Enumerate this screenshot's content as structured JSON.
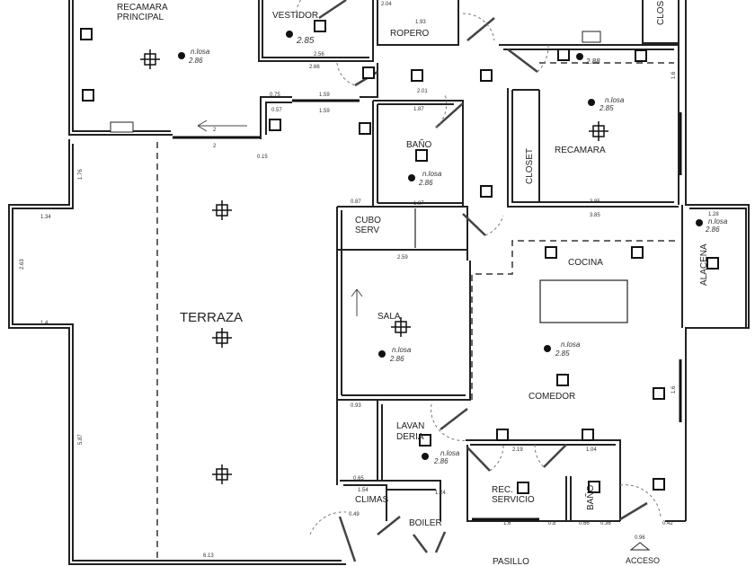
{
  "rooms": {
    "recamara_principal_1": "RECAMARA",
    "recamara_principal_2": "PRINCIPAL",
    "vestidor": "VESTIDOR",
    "ropero": "ROPERO",
    "bano": "BAÑO",
    "recamara": "RECAMARA",
    "closet": "CLOSET",
    "closet_top": "CLOSET",
    "cubo_serv_1": "CUBO",
    "cubo_serv_2": "SERV",
    "terraza": "TERRAZA",
    "sala": "SALA",
    "cocina": "COCINA",
    "alacena": "ALACENA",
    "comedor": "COMEDOR",
    "lavanderia_1": "LAVAN",
    "lavanderia_2": "DERIA",
    "climas": "CLIMAS",
    "boiler": "BOILER",
    "rec_servicio_1": "REC.",
    "rec_servicio_2": "SERVICIO",
    "bano_servicio": "BAÑO",
    "pasillo": "PASILLO",
    "acceso": "ACCESO"
  },
  "levels": {
    "label": "n.losa",
    "recamara_principal": "2.86",
    "vestidor": "2.85",
    "bano": "2.86",
    "recamara": "2.85",
    "sala": "2.86",
    "comedor": "2.85",
    "alacena": "2.86",
    "lavanderia": "2.86",
    "recamara_closet": "2.88"
  },
  "dimensions": {
    "d1": "2.56",
    "d2": "2.66",
    "d3": "0.75",
    "d4": "1.59",
    "d5": "1.59",
    "d6": "0.57",
    "d7": "2",
    "d8": "2",
    "d9": "0.15",
    "d10": "1.34",
    "d11": "1.4",
    "d12": "5.87",
    "d13": "6.13",
    "d14": "1.93",
    "d15": "2.01",
    "d16": "1.87",
    "d17": "1.87",
    "d18": "2.59",
    "d19": "3.85",
    "d20": "3.85",
    "d21": "1.28",
    "d22": "2.19",
    "d23": "1.04",
    "d24": "1.6",
    "d25": "0.8",
    "d26": "0.66",
    "d27": "0.36",
    "d28": "0.42",
    "d29": "0.96",
    "d30": "0.65",
    "d31": "1.54",
    "d32": "1.24",
    "d33": "0.49",
    "d34": "0.93",
    "d35": "2.04",
    "d36": "2.63",
    "d37": "1.76",
    "d38": "0.87",
    "d39": "1.6",
    "d40": "1.6"
  }
}
